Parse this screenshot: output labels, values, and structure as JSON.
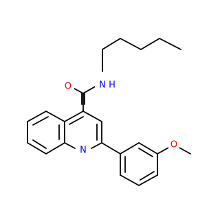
{
  "molecule": {
    "atoms": {
      "amide_oxygen": "O",
      "amide_nitrogen": "N",
      "amide_hydrogen": "H",
      "ring_nitrogen": "N",
      "ether_oxygen": "O"
    },
    "colors": {
      "oxygen": "#ff0000",
      "nitrogen": "#0000ff",
      "bond": "#000000",
      "background": "#ffffff"
    }
  }
}
